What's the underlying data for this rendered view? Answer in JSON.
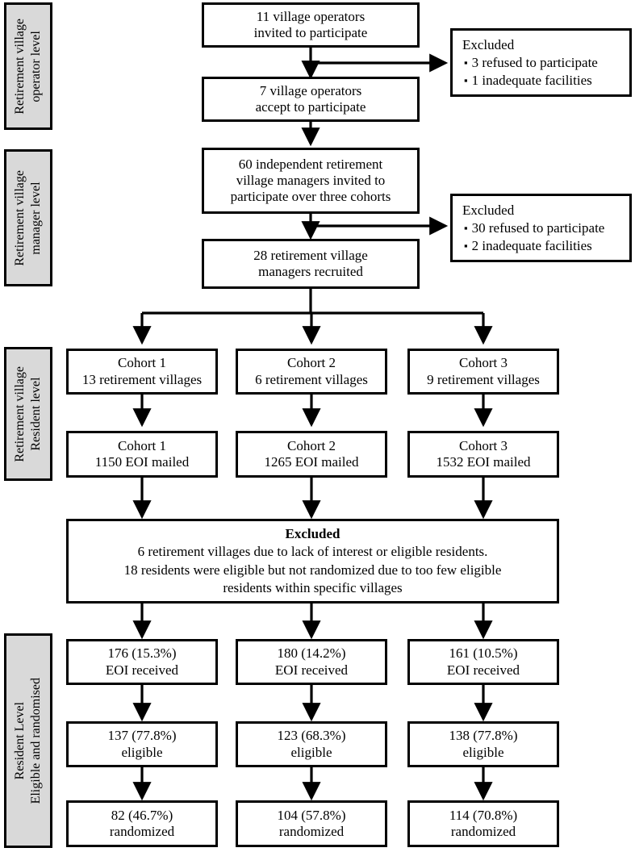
{
  "figure": {
    "type": "participant-flow-diagram",
    "title": "Retirement village trial recruitment flow"
  },
  "bands": [
    {
      "name": "operator-level",
      "label": "Retirement village\noperator level"
    },
    {
      "name": "manager-level",
      "label": "Retirement village\nmanager level"
    },
    {
      "name": "resident-level",
      "label": "Retirement village\nResident level"
    },
    {
      "name": "randomised-level",
      "label": "Resident Level\nEligible and randomised"
    }
  ],
  "nodes": {
    "operators_invited": {
      "lines": [
        "11 village operators",
        "invited to participate"
      ]
    },
    "operators_accept": {
      "lines": [
        "7 village operators",
        "accept to participate"
      ]
    },
    "managers_invited": {
      "lines": [
        "60 independent retirement",
        "village managers invited to",
        "participate over three cohorts"
      ]
    },
    "managers_recruited": {
      "lines": [
        "28 retirement village",
        "managers recruited"
      ]
    },
    "cohort1_villages": {
      "lines": [
        "Cohort 1",
        "13 retirement villages"
      ]
    },
    "cohort2_villages": {
      "lines": [
        "Cohort 2",
        "6 retirement villages"
      ]
    },
    "cohort3_villages": {
      "lines": [
        "Cohort 3",
        "9 retirement villages"
      ]
    },
    "cohort1_mailed": {
      "lines": [
        "Cohort 1",
        "1150 EOI mailed"
      ]
    },
    "cohort2_mailed": {
      "lines": [
        "Cohort 2",
        "1265 EOI mailed"
      ]
    },
    "cohort3_mailed": {
      "lines": [
        "Cohort 3",
        "1532 EOI mailed"
      ]
    },
    "cohort1_received": {
      "lines": [
        "176 (15.3%)",
        "EOI received"
      ]
    },
    "cohort2_received": {
      "lines": [
        "180 (14.2%)",
        "EOI received"
      ]
    },
    "cohort3_received": {
      "lines": [
        "161 (10.5%)",
        "EOI received"
      ]
    },
    "cohort1_eligible": {
      "lines": [
        "137 (77.8%)",
        "eligible"
      ]
    },
    "cohort2_eligible": {
      "lines": [
        "123 (68.3%)",
        "eligible"
      ]
    },
    "cohort3_eligible": {
      "lines": [
        "138 (77.8%)",
        "eligible"
      ]
    },
    "cohort1_randomized": {
      "lines": [
        "82 (46.7%)",
        "randomized"
      ]
    },
    "cohort2_randomized": {
      "lines": [
        "104 (57.8%)",
        "randomized"
      ]
    },
    "cohort3_randomized": {
      "lines": [
        "114 (70.8%)",
        "randomized"
      ]
    }
  },
  "excluded_operators": {
    "heading": "Excluded",
    "bullets": [
      "3 refused to participate",
      "1 inadequate facilities"
    ]
  },
  "excluded_managers": {
    "heading": "Excluded",
    "bullets": [
      "30 refused to participate",
      "2 inadequate facilities"
    ]
  },
  "excluded_residents": {
    "heading": "Excluded",
    "lines": [
      "6 retirement villages due to lack of interest or eligible residents.",
      "18 residents were eligible but not randomized due to too few eligible",
      "residents within specific villages"
    ]
  },
  "colors": {
    "stroke": "#000000",
    "band_fill": "#d9d9d9",
    "node_fill": "#ffffff",
    "page_background": "#ffffff"
  }
}
